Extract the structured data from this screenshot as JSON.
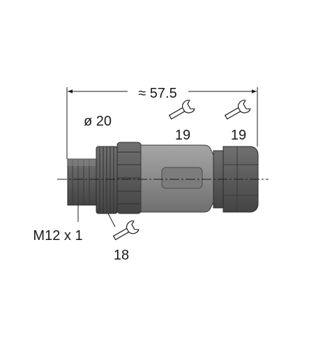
{
  "drawing": {
    "overall_length_label": "≈ 57.5",
    "diameter_label": "ø 20",
    "thread_label": "M12 x 1",
    "wrench_sizes": [
      {
        "value": "19",
        "icon": "wrench-icon"
      },
      {
        "value": "19",
        "icon": "wrench-icon"
      },
      {
        "value": "18",
        "icon": "wrench-icon"
      }
    ]
  },
  "colors": {
    "background": "#ffffff",
    "body_gray": "#8c8c8c",
    "dark_gray": "#5e5e5e",
    "light_gray": "#b4b4b4",
    "line": "#1a1a1a"
  }
}
